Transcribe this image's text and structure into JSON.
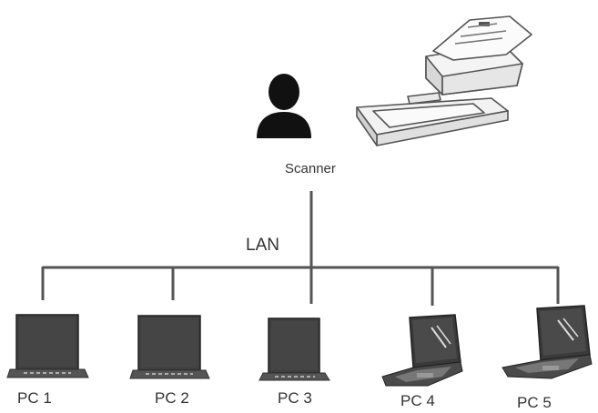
{
  "diagram": {
    "scanner_label": "Scanner",
    "network_label": "LAN",
    "pcs": [
      {
        "label": "PC 1"
      },
      {
        "label": "PC 2"
      },
      {
        "label": "PC 3"
      },
      {
        "label": "PC 4"
      },
      {
        "label": "PC 5"
      }
    ]
  },
  "colors": {
    "line": "#555555",
    "device_dark": "#3a3a3a",
    "screen": "#4a4a4a",
    "person": "#111111"
  }
}
